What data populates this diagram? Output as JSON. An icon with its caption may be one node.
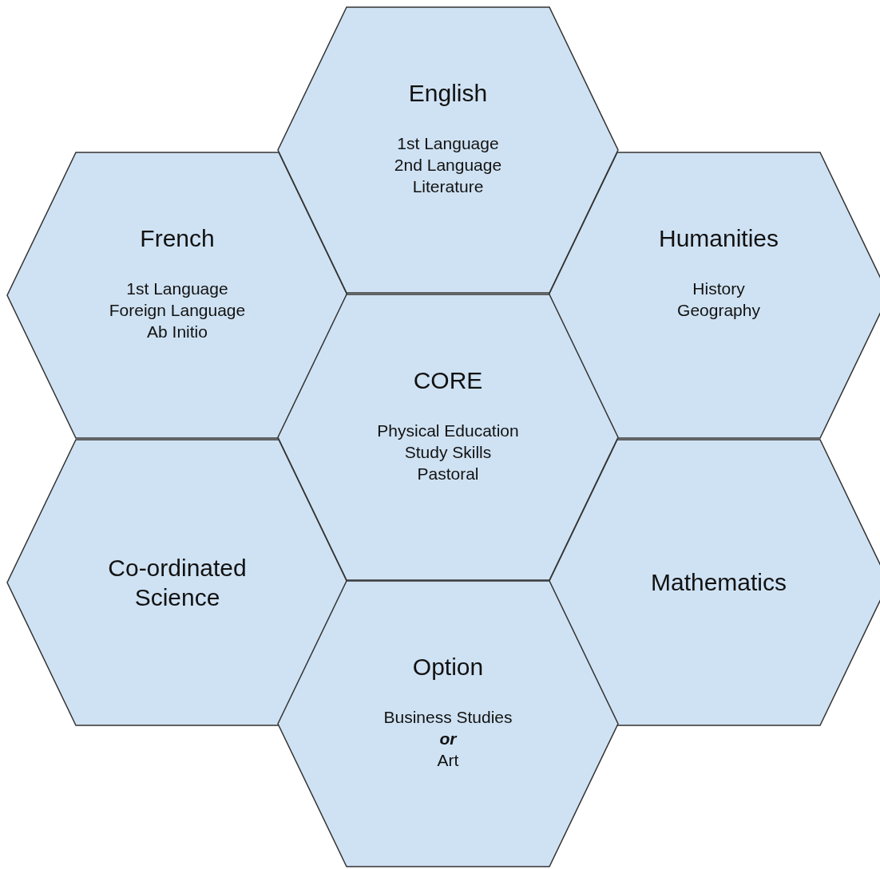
{
  "diagram": {
    "nodes": [
      {
        "text": [
          "English",
          "1st Language",
          "2nd Language",
          "Literature"
        ]
      },
      {
        "text": [
          "French",
          "1st Language",
          "Foreign Language",
          "Ab Initio"
        ]
      },
      {
        "text": [
          "Humanities",
          "History",
          "Geography"
        ]
      },
      {
        "text": [
          "CORE",
          "Physical Education",
          "Study Skills",
          "Pastoral"
        ]
      },
      {
        "text": [
          "Co-ordinated Science"
        ]
      },
      {
        "text": [
          "Mathematics"
        ]
      },
      {
        "text": [
          "Option",
          "Business Studies **or** Art"
        ]
      }
    ],
    "edges": []
  }
}
